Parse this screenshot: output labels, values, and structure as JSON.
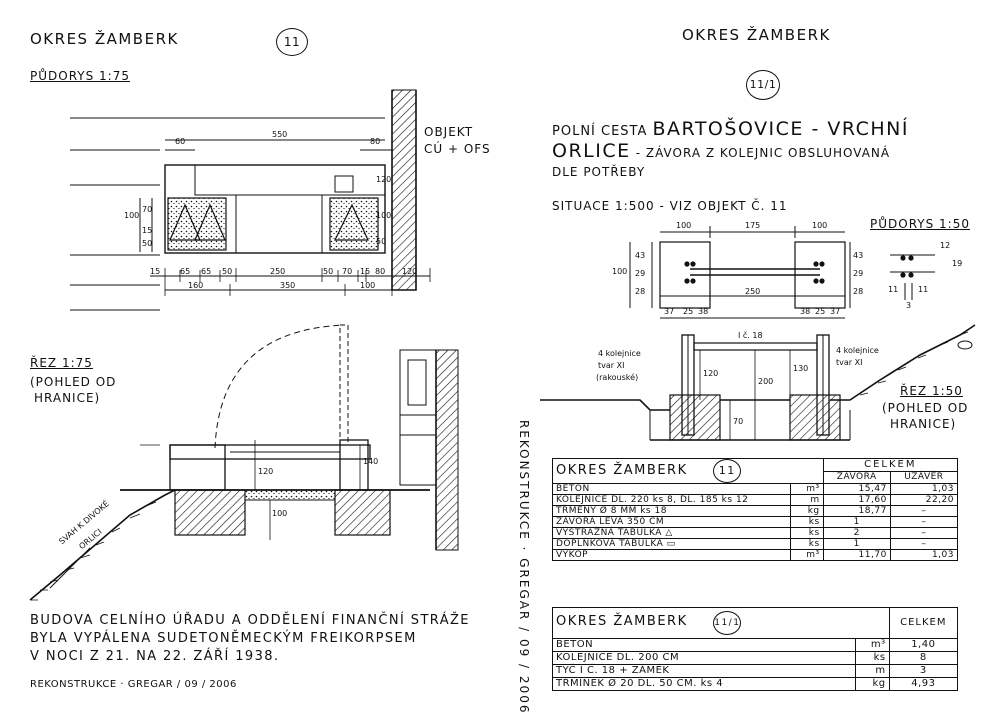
{
  "left": {
    "district": "OKRES ŽAMBERK",
    "object_number": "11",
    "plan_label": "PŮDORYS 1:75",
    "object_label_1": "OBJEKT",
    "object_label_2": "CÚ + OFS",
    "section_label": "ŘEZ 1:75",
    "section_note_1": "(POHLED OD",
    "section_note_2": "HRANICE)",
    "slope_label_1": "SVAH K DIVOKÉ",
    "slope_label_2": "ORLICI",
    "dim_top": [
      "60",
      "550",
      "80"
    ],
    "dim_row1": [
      "15",
      "65",
      "65",
      "50",
      "250",
      "50",
      "70",
      "15",
      "80",
      "120"
    ],
    "dim_row2": [
      "160",
      "350",
      "100"
    ],
    "dim_left": [
      "100",
      "70",
      "15",
      "50"
    ],
    "dim_right": [
      "120",
      "100",
      "50"
    ],
    "section_dims": [
      "120",
      "140",
      "100"
    ],
    "note_lines": [
      "BUDOVA CELNÍHO ÚŘADU A ODDĚLENÍ FINANČNÍ STRÁŽE",
      "BYLA VYPÁLENA SUDETONĚMECKÝM FREIKORPSEM",
      "V NOCI Z 21. NA 22. ZÁŘÍ 1938."
    ],
    "credit": "REKONSTRUKCE · GREGAR / 09 / 2006"
  },
  "right": {
    "district": "OKRES ŽAMBERK",
    "object_number": "11/1",
    "title_prefix": "POLNÍ CESTA",
    "title_big_1": "BARTOŠOVICE - VRCHNÍ",
    "title_big_2": "ORLICE",
    "title_rest": "- ZÁVORA Z KOLEJNIC OBSLUHOVANÁ",
    "title_rest_2": "DLE POTŘEBY",
    "situation": "SITUACE 1:500 - VIZ OBJEKT Č. 11",
    "plan_label": "PŮDORYS 1:50",
    "plan_dims_top": [
      "100",
      "175",
      "100"
    ],
    "plan_dims_left": [
      "100",
      "43",
      "29",
      "28"
    ],
    "plan_dims_right": [
      "43",
      "29",
      "28"
    ],
    "plan_dim_total": "250",
    "plan_dims_bottom": [
      "37",
      "25",
      "38",
      "38",
      "25",
      "37"
    ],
    "small_plan_dims": [
      "12",
      "19",
      "11",
      "11",
      "3"
    ],
    "profile_label": "I č. 18",
    "rail_left_1": "4 kolejnice",
    "rail_left_2": "tvar XI",
    "rail_left_3": "(rakouské)",
    "rail_right_1": "4 kolejnice",
    "rail_right_2": "tvar XI",
    "section_dims": [
      "120",
      "200",
      "130",
      "70"
    ],
    "section_label": "ŘEZ 1:50",
    "section_note_1": "(POHLED OD",
    "section_note_2": "HRANICE)",
    "vertical_credit": "REKONSTRUKCE · GREGAR / 09 / 2006"
  },
  "table1": {
    "title": "OKRES ŽAMBERK",
    "badge": "11",
    "total_header": "CELKEM",
    "col_a": "ZÁVORA",
    "col_b": "UZÁVĚR",
    "rows": [
      {
        "item": "BETON",
        "unit": "m³",
        "a": "15,47",
        "b": "1,03"
      },
      {
        "item": "KOLEJNICE DL. 220 ks 8, DL. 185 ks 12",
        "unit": "m",
        "a": "17,60",
        "b": "22,20"
      },
      {
        "item": "TŘMENY Ø 8 MM  ks 18",
        "unit": "kg",
        "a": "18,77",
        "b": "–"
      },
      {
        "item": "ZÁVORA LEVÁ 350 CM",
        "unit": "ks",
        "a": "1",
        "b": "–"
      },
      {
        "item": "VÝSTRAŽNÁ TABULKA △",
        "unit": "ks",
        "a": "2",
        "b": "–"
      },
      {
        "item": "DOPLŇKOVÁ TABULKA ▭",
        "unit": "ks",
        "a": "1",
        "b": "–"
      },
      {
        "item": "VÝKOP",
        "unit": "m³",
        "a": "11,70",
        "b": "1,03"
      }
    ]
  },
  "table2": {
    "title": "OKRES ŽAMBERK",
    "badge": "11/1",
    "total_header": "CELKEM",
    "rows": [
      {
        "item": "BETON",
        "unit": "m³",
        "total": "1,40"
      },
      {
        "item": "KOLEJNICE  DL. 200 CM",
        "unit": "ks",
        "total": "8"
      },
      {
        "item": "TYČ I Č. 18 + ZÁMEK",
        "unit": "m",
        "total": "3"
      },
      {
        "item": "TŘMÍNEK Ø 20 DL. 50 CM. ks 4",
        "unit": "kg",
        "total": "4,93"
      }
    ]
  }
}
